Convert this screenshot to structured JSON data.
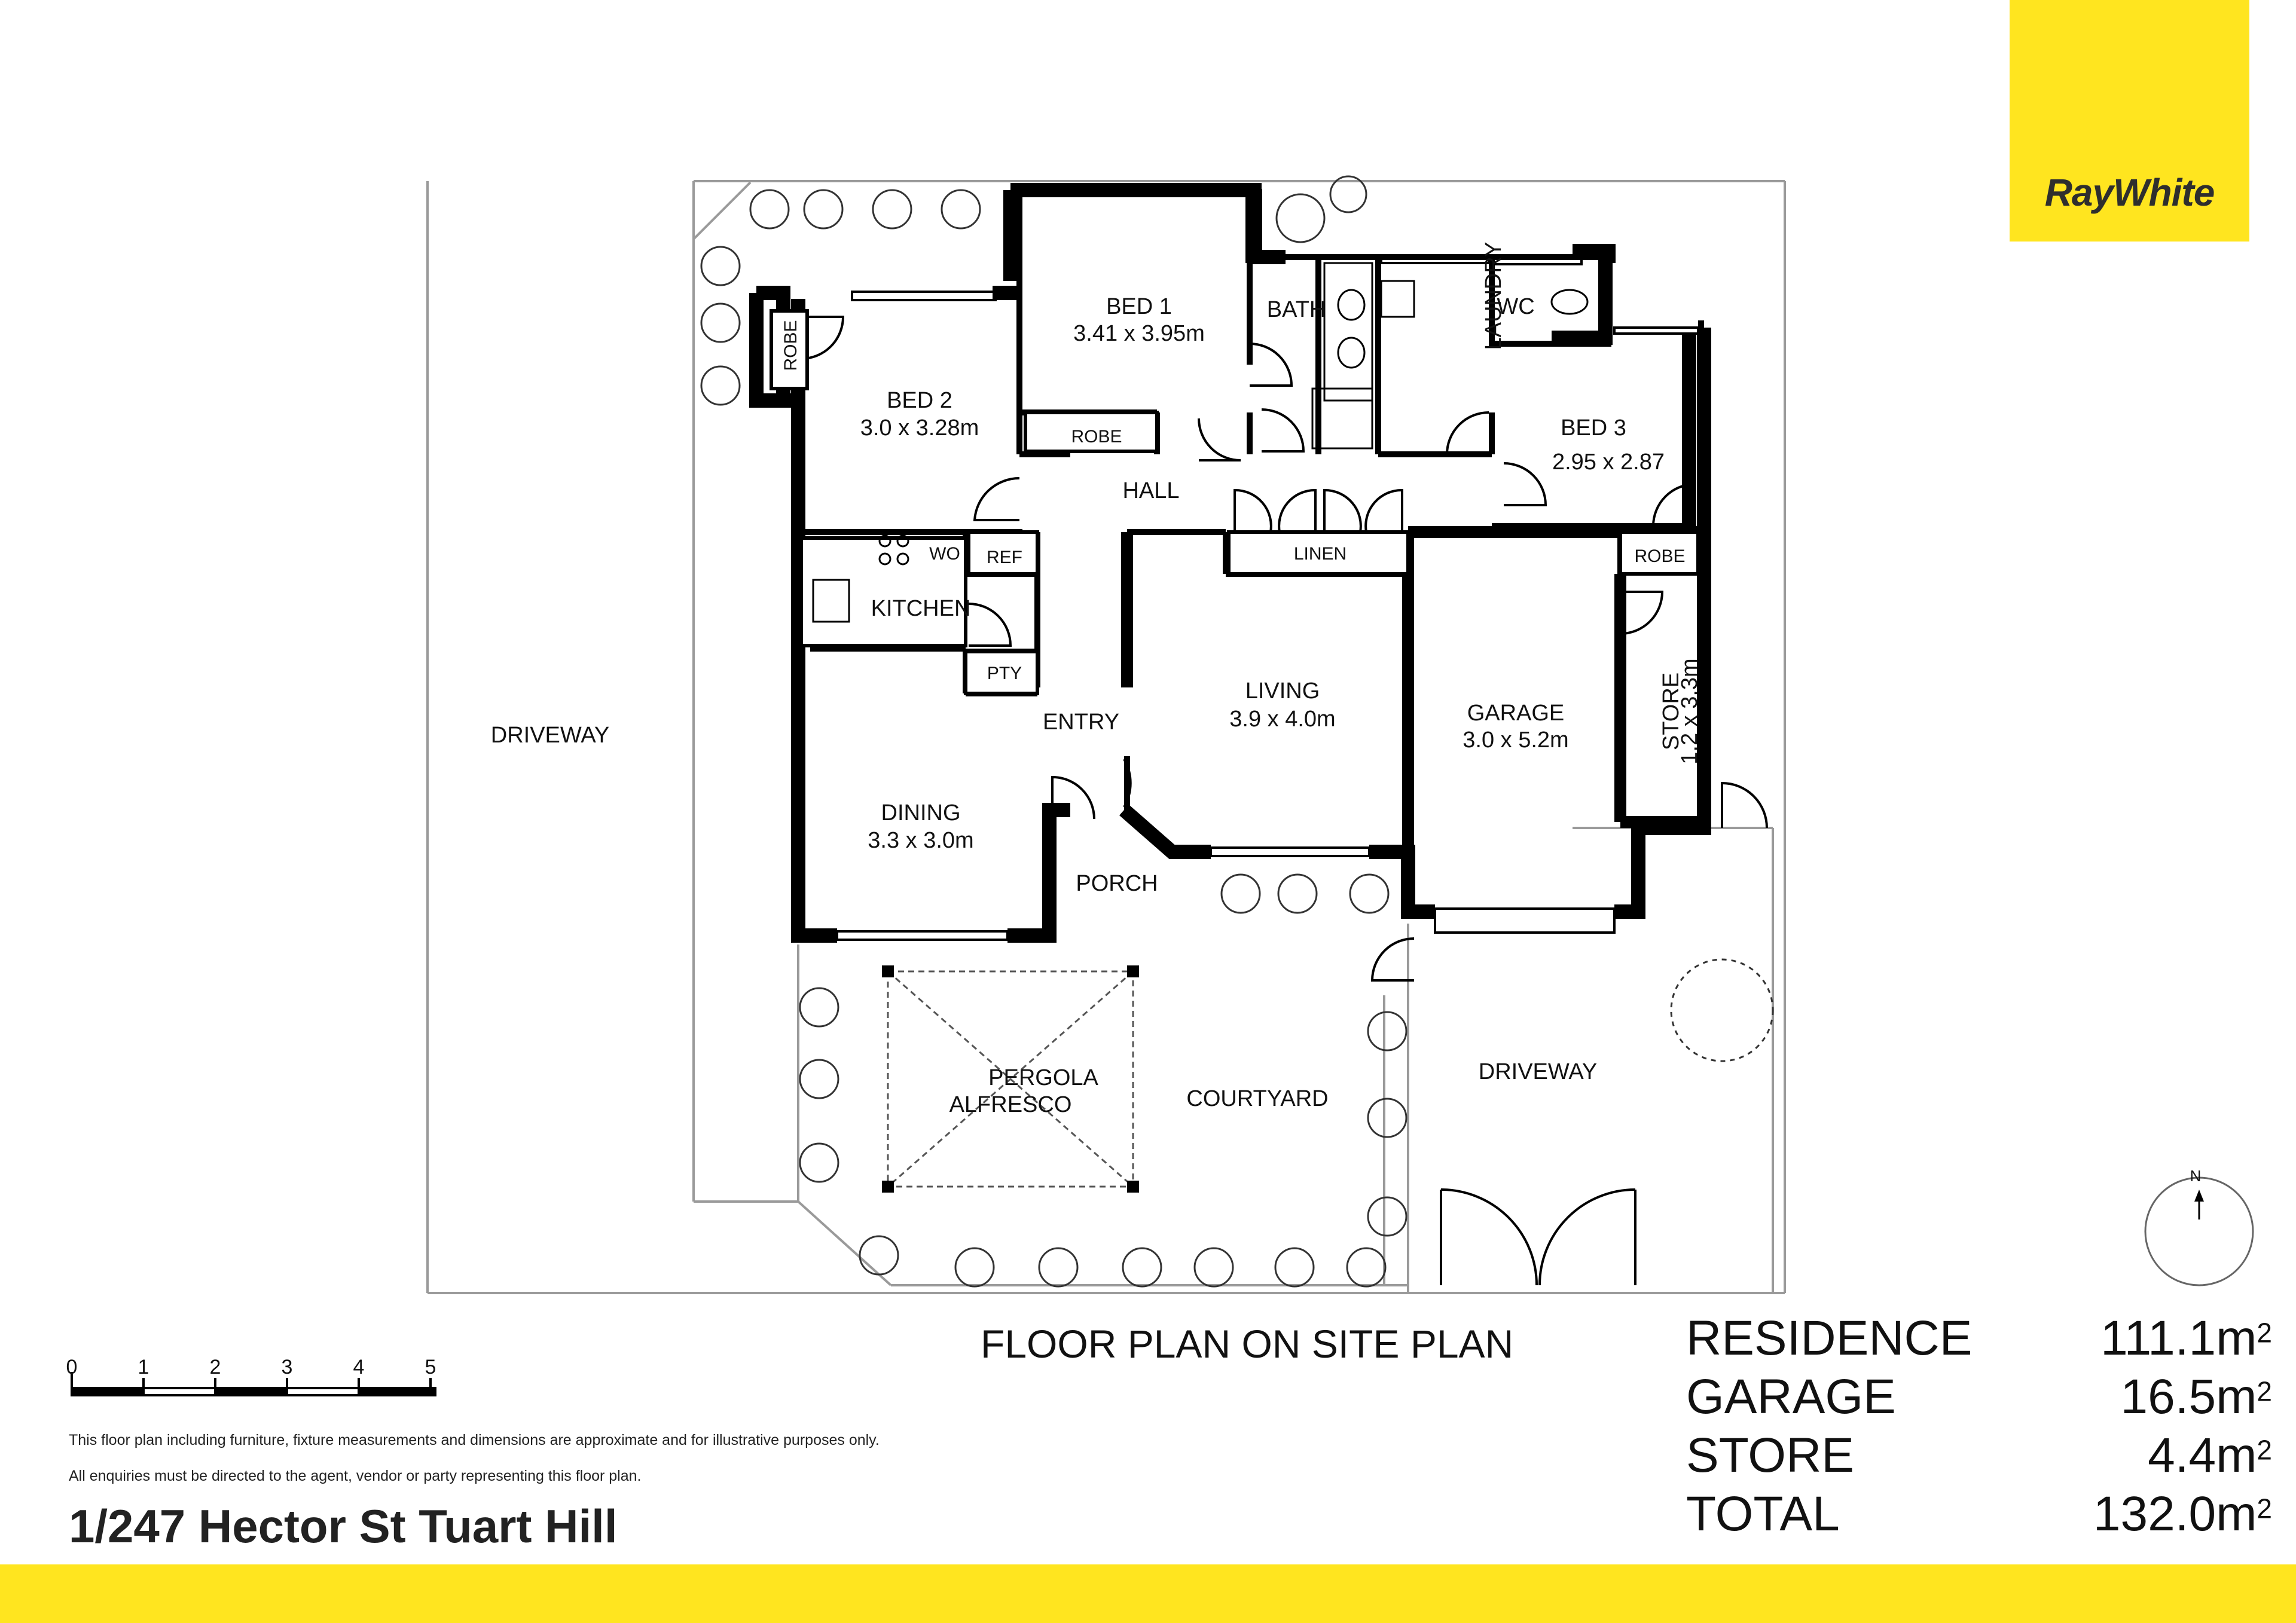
{
  "brand": {
    "name": "RayWhite",
    "color": "#FFE51F"
  },
  "plan_title": "FLOOR PLAN ON SITE PLAN",
  "address": "1/247 Hector St Tuart Hill",
  "disclaimer": [
    "This floor plan including furniture, fixture measurements and dimensions are approximate and for illustrative purposes only.",
    "All enquiries must be directed to the agent, vendor or party representing this floor plan."
  ],
  "scale_bar": {
    "labels": [
      "0",
      "1",
      "2",
      "3",
      "4",
      "5"
    ]
  },
  "compass": {
    "label": "N"
  },
  "areas": [
    {
      "label": "RESIDENCE",
      "value": "111.1m",
      "unit_sup": "2"
    },
    {
      "label": "GARAGE",
      "value": "16.5m",
      "unit_sup": "2"
    },
    {
      "label": "STORE",
      "value": "4.4m",
      "unit_sup": "2"
    },
    {
      "label": "TOTAL",
      "value": "132.0m",
      "unit_sup": "2"
    }
  ],
  "rooms": {
    "bed1": {
      "name": "BED 1",
      "dims": "3.41 x 3.95m"
    },
    "bed2": {
      "name": "BED 2",
      "dims": "3.0 x 3.28m"
    },
    "bed3": {
      "name": "BED 3",
      "dims": "2.95 x 2.87"
    },
    "living": {
      "name": "LIVING",
      "dims": "3.9 x 4.0m"
    },
    "garage": {
      "name": "GARAGE",
      "dims": "3.0 x 5.2m"
    },
    "dining": {
      "name": "DINING",
      "dims": "3.3 x 3.0m"
    },
    "store": {
      "name": "STORE",
      "dims": "1.2 x 3.3m"
    },
    "bath": "BATH",
    "laundry": "LAUNDRY",
    "wc": "WC",
    "hall": "HALL",
    "kitchen": "KITCHEN",
    "entry": "ENTRY",
    "porch": "PORCH",
    "linen": "LINEN",
    "robe_bed1": "ROBE",
    "robe_bed2": "ROBE",
    "robe_bed3": "ROBE",
    "wo": "WO",
    "ref": "REF",
    "pty": "PTY",
    "pergola": [
      "PERGOLA",
      "ALFRESCO"
    ],
    "courtyard": "COURTYARD",
    "driveway_left": "DRIVEWAY",
    "driveway_right": "DRIVEWAY"
  }
}
